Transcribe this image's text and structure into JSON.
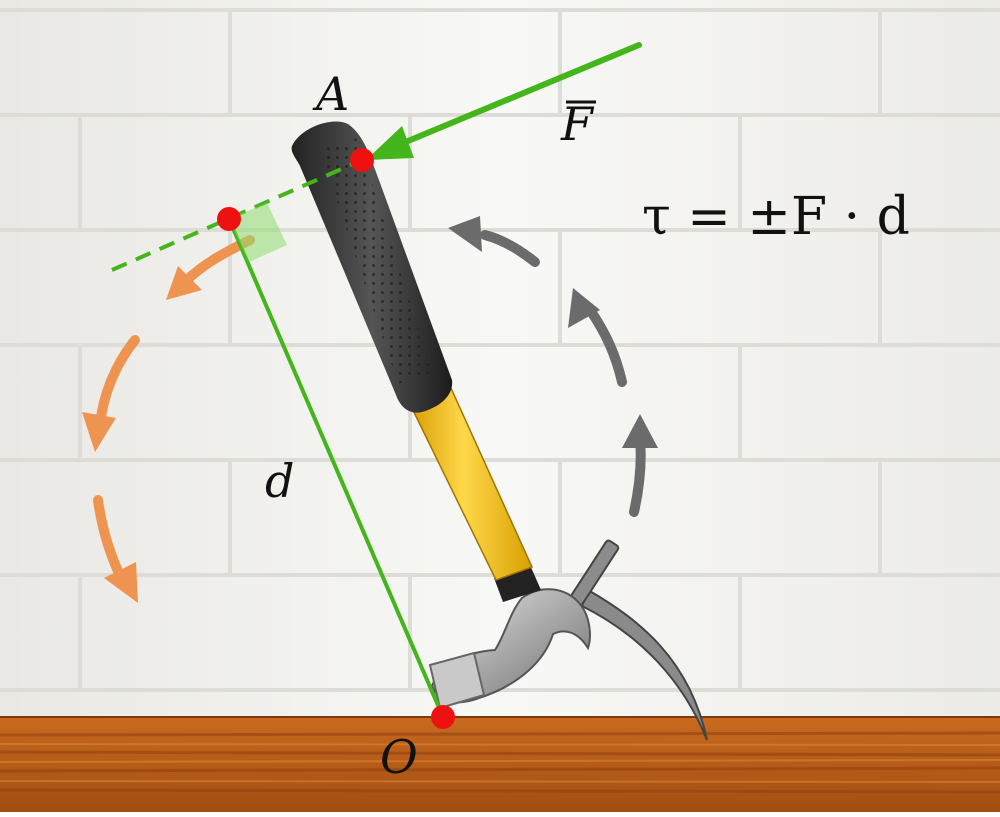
{
  "labels": {
    "point_a": "A",
    "point_o": "O",
    "force": "F",
    "distance": "d",
    "formula": "τ = ±F · d"
  },
  "colors": {
    "wall": "#f2f1ee",
    "mortar": "#e6e4df",
    "wood": "#b95a18",
    "force_line": "#44b51a",
    "point": "#ee1111",
    "rotation_hammer": "#6b6b6b",
    "rotation_opposite": "#ef9450",
    "handle_grip": "#3a3a3a",
    "handle_shaft": "#f5c116",
    "hammer_head": "#b9b9b9"
  },
  "icons": {
    "hammer": "claw-hammer-icon",
    "nail": "bent-nail-icon"
  }
}
